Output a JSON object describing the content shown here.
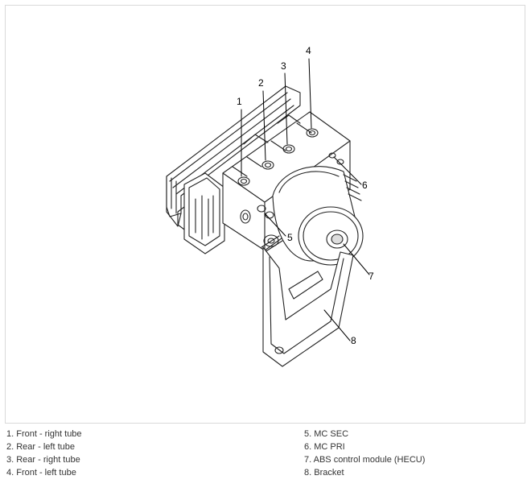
{
  "callouts": [
    {
      "num": "1"
    },
    {
      "num": "2"
    },
    {
      "num": "3"
    },
    {
      "num": "4"
    },
    {
      "num": "5"
    },
    {
      "num": "6"
    },
    {
      "num": "7"
    },
    {
      "num": "8"
    }
  ],
  "legend": {
    "left": [
      "1. Front - right tube",
      "2. Rear - left tube",
      "3. Rear - right tube",
      "4. Front - left tube"
    ],
    "right": [
      "5. MC SEC",
      "6. MC PRI",
      "7. ABS control module (HECU)",
      "8. Bracket"
    ]
  }
}
